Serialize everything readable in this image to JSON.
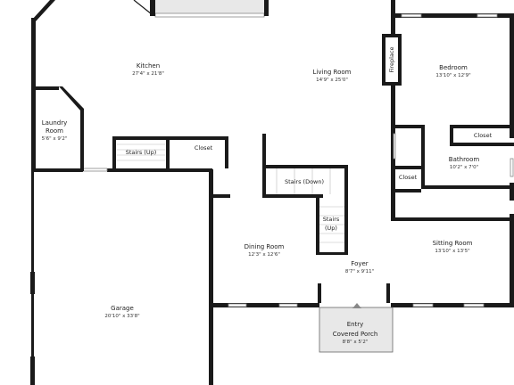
{
  "rooms": {
    "kitchen": {
      "name": "Kitchen",
      "dim": "27'4\" x 21'8\""
    },
    "living": {
      "name": "Living Room",
      "dim": "14'9\" x 25'0\""
    },
    "bedroom": {
      "name": "Bedroom",
      "dim": "13'10\" x 12'9\""
    },
    "laundry": {
      "name_1": "Laundry",
      "name_2": "Room",
      "dim": "5'6\" x 9'2\""
    },
    "bathroom": {
      "name": "Bathroom",
      "dim": "10'2\" x 7'0\""
    },
    "dining": {
      "name": "Dining Room",
      "dim": "12'3\" x 12'6\""
    },
    "sitting": {
      "name": "Sitting Room",
      "dim": "13'10\" x 13'5\""
    },
    "foyer": {
      "name": "Foyer",
      "dim": "8'7\" x 9'11\""
    },
    "garage": {
      "name": "Garage",
      "dim": "20'10\" x 33'8\""
    },
    "porch": {
      "name_1": "Entry",
      "name_2": "Covered Porch",
      "dim": "8'8\" x 5'2\""
    }
  },
  "labels": {
    "fireplace": "Fireplace",
    "stairs_up_top": "Stairs (Up)",
    "closet_top": "Closet",
    "stairs_down": "Stairs (Down)",
    "stairs_up_2_1": "Stairs",
    "stairs_up_2_2": "(Up)",
    "closet_bedroom": "Closet",
    "closet_bath": "Closet"
  }
}
